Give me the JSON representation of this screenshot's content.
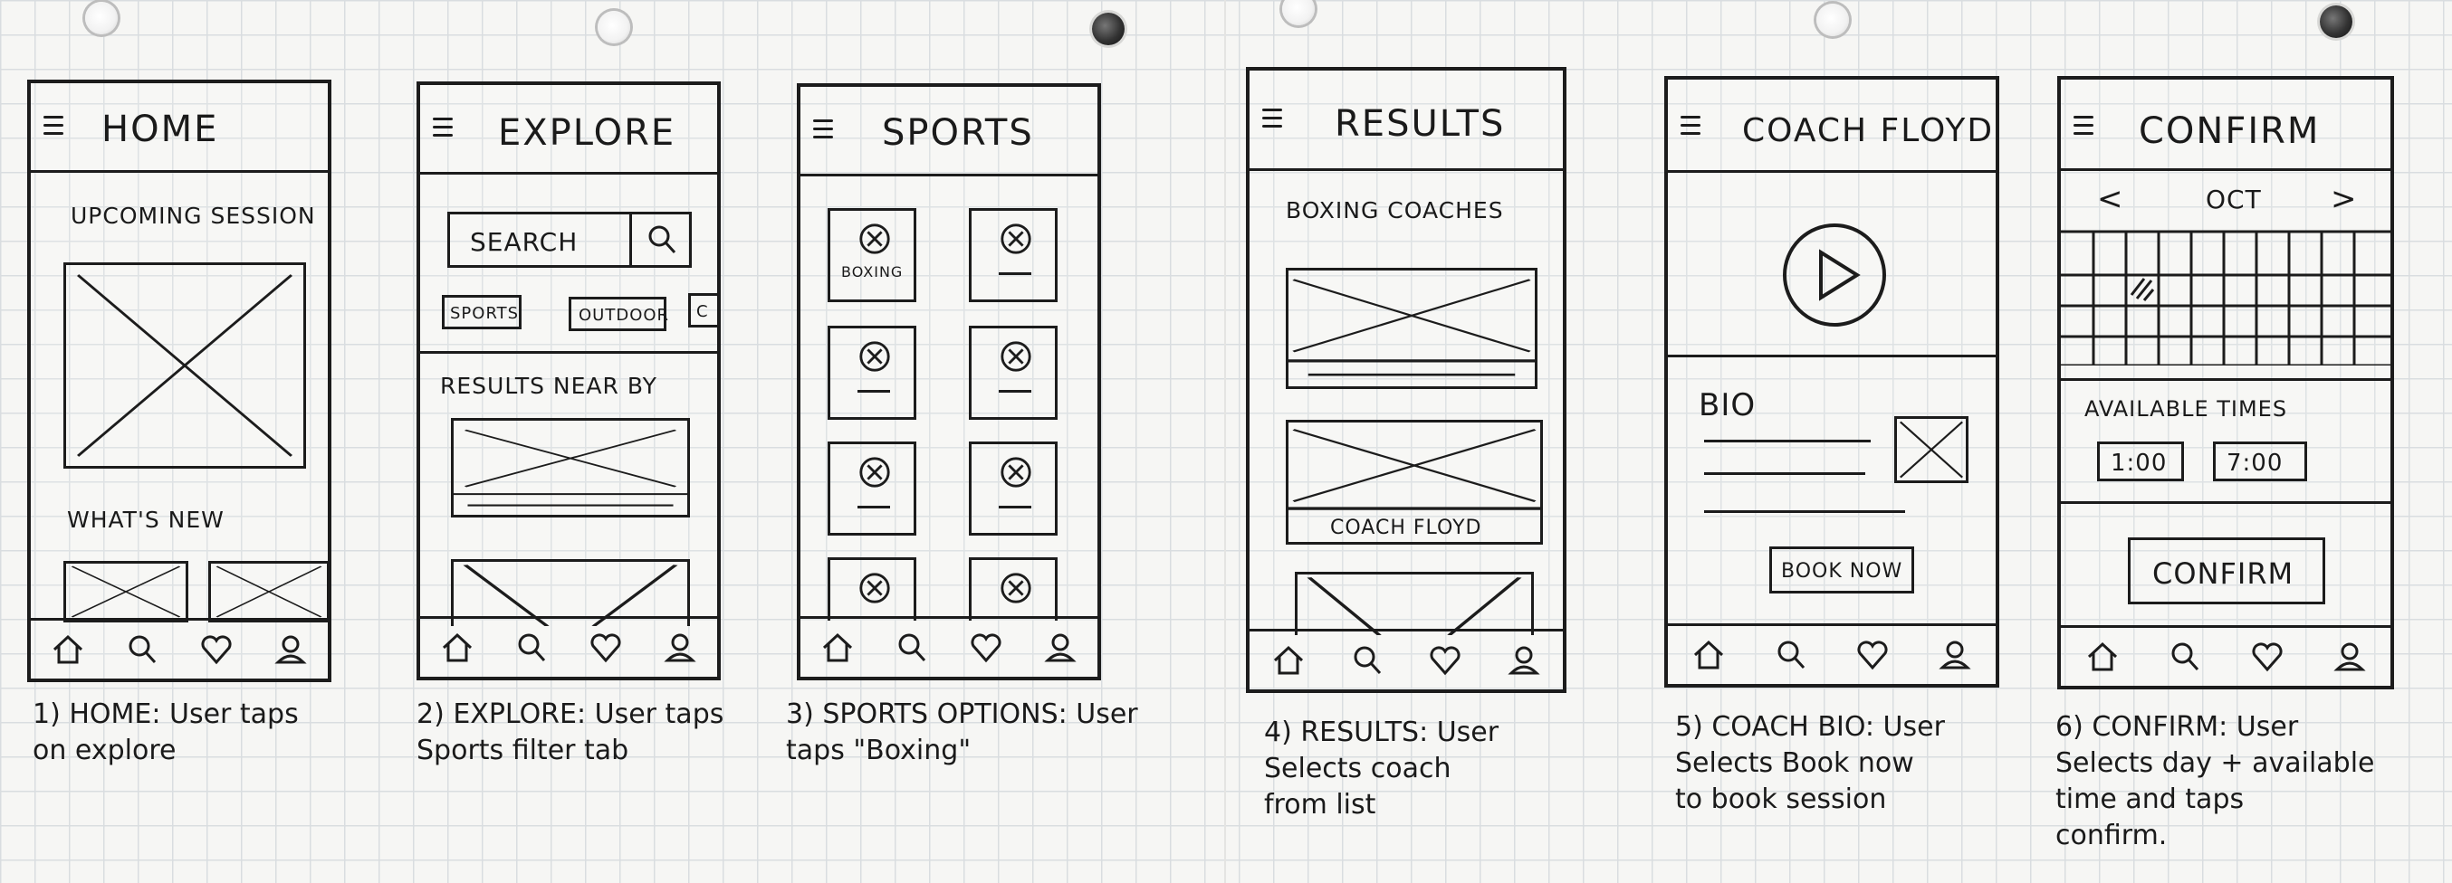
{
  "screens": [
    {
      "title": "HOME",
      "labels": {
        "upcoming": "UPCOMING SESSION",
        "whats_new": "WHAT'S NEW"
      },
      "caption": "1) HOME: User taps\non explore"
    },
    {
      "title": "EXPLORE",
      "search": {
        "placeholder": "SEARCH"
      },
      "filters": [
        "SPORTS",
        "OUTDOOR",
        "C"
      ],
      "labels": {
        "results": "RESULTS NEAR BY"
      },
      "caption": "2) EXPLORE: User taps\nSports filter tab"
    },
    {
      "title": "SPORTS",
      "tiles": [
        "BOXING",
        "",
        "",
        "",
        "",
        "",
        "",
        ""
      ],
      "caption": "3) SPORTS OPTIONS: User\ntaps \"Boxing\""
    },
    {
      "title": "RESULTS",
      "labels": {
        "heading": "BOXING COACHES",
        "coach": "COACH FLOYD"
      },
      "caption": "4) RESULTS: User\nSelects coach\nfrom list"
    },
    {
      "title": "COACH FLOYD",
      "labels": {
        "bio": "BIO",
        "book": "BOOK NOW"
      },
      "caption": "5) COACH BIO: User\nSelects Book now\nto book session"
    },
    {
      "title": "CONFIRM",
      "calendar": {
        "month": "OCT",
        "prev": "<",
        "next": ">"
      },
      "labels": {
        "times_heading": "AVAILABLE TIMES",
        "confirm": "CONFIRM"
      },
      "times": [
        "1:00",
        "7:00"
      ],
      "caption": "6) CONFIRM: User\nSelects day + available\ntime and taps\nconfirm."
    }
  ],
  "icons": [
    "home-icon",
    "search-icon",
    "heart-icon",
    "profile-icon"
  ]
}
